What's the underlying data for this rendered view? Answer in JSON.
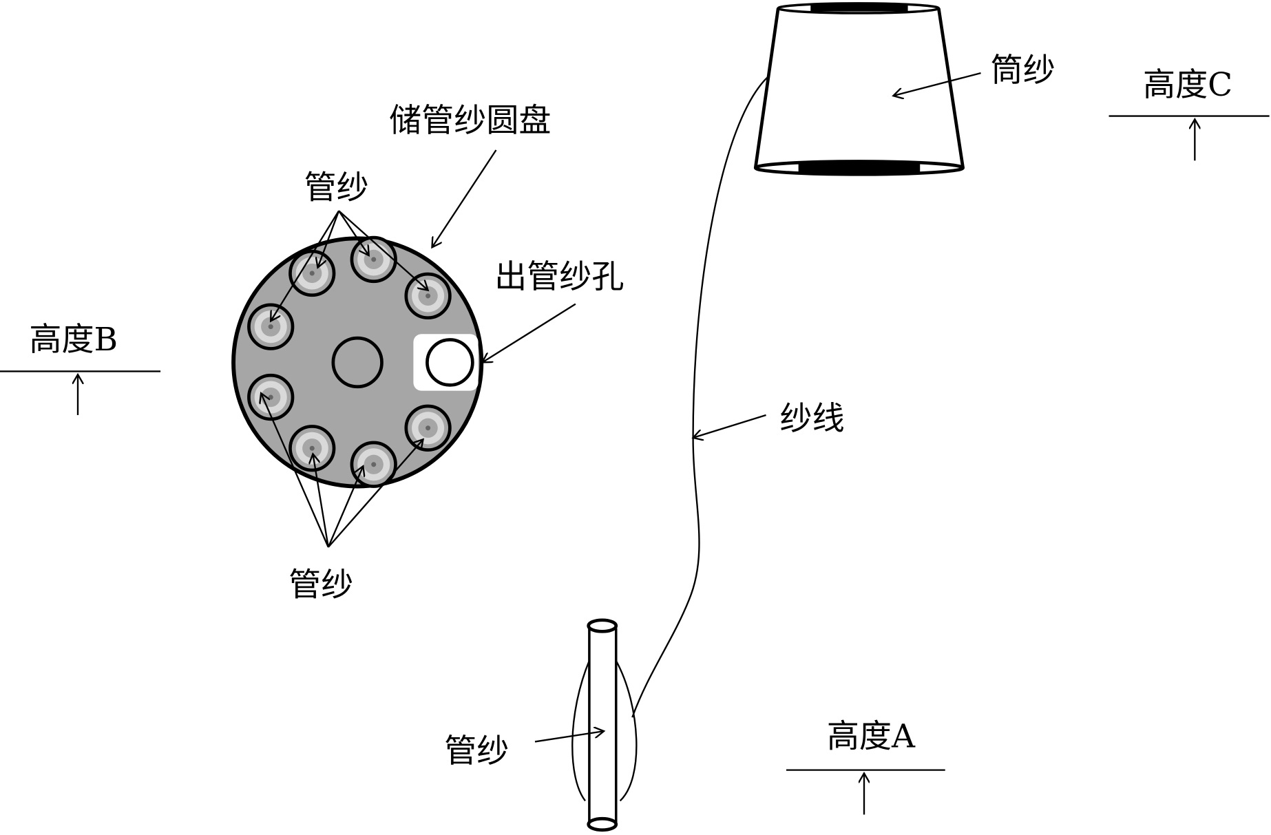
{
  "labels": {
    "disk": "储管纱圆盘",
    "bobbins_top": "管纱",
    "exit_hole": "出管纱孔",
    "height_b": "高度B",
    "bobbins_bottom": "管纱",
    "cone": "筒纱",
    "height_c": "高度C",
    "yarn": "纱线",
    "bobbin": "管纱",
    "height_a": "高度A"
  },
  "colors": {
    "disk": "#a6a6a6",
    "ring": "#d9d9d9",
    "stroke": "#000000"
  }
}
